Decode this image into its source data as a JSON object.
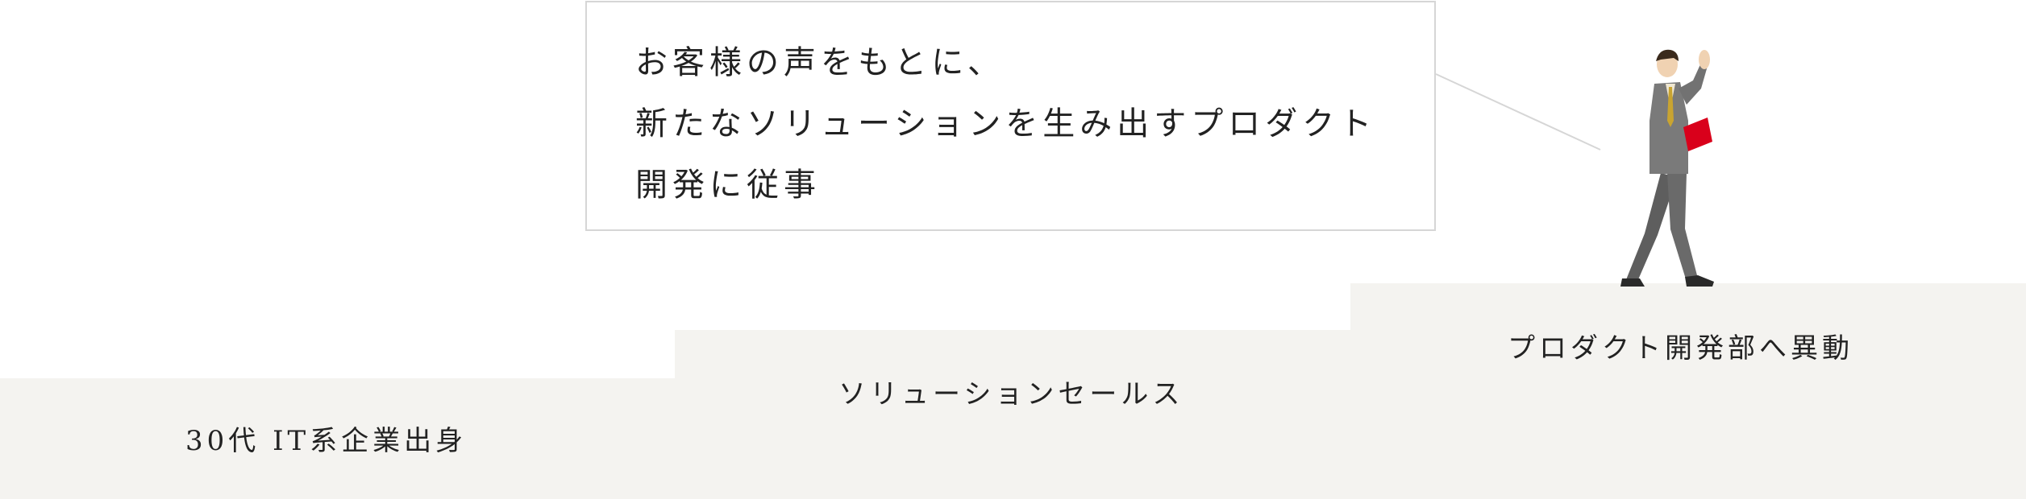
{
  "steps": [
    {
      "label": "30代 IT系企業出身"
    },
    {
      "label": "ソリューションセールス"
    },
    {
      "label": "プロダクト開発部へ異動"
    }
  ],
  "speech_bubble": {
    "lines": [
      "お客様の声をもとに、",
      "新たなソリューションを生み出すプロダクト",
      "開発に従事"
    ]
  },
  "colors": {
    "step_bg": "#f4f3f0",
    "bubble_border": "#d6d6d6",
    "suit": "#7a7a7a",
    "folder": "#d9001b"
  }
}
